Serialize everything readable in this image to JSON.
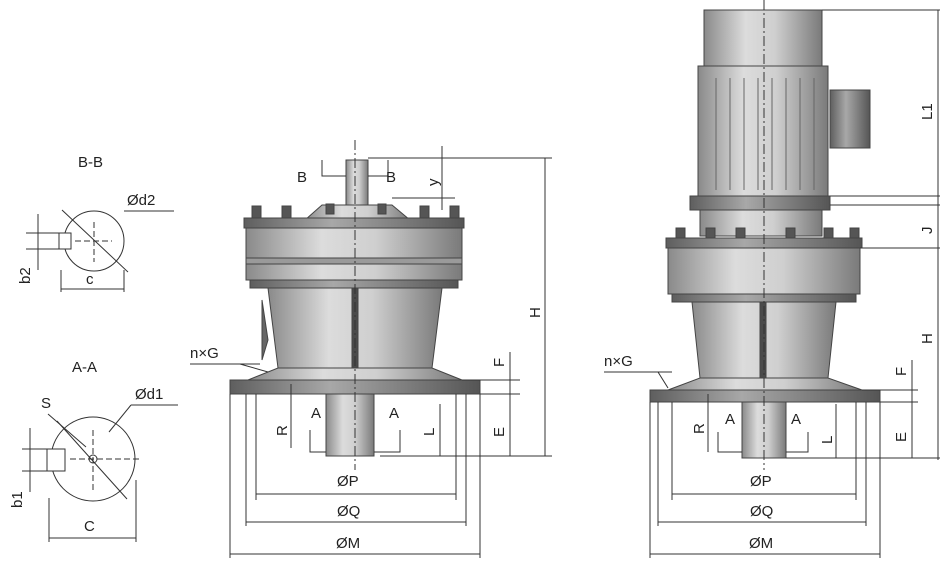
{
  "section_bb": {
    "title": "B-B",
    "diameter": "Ød2",
    "height": "b2",
    "width": "c"
  },
  "section_aa": {
    "title": "A-A",
    "key": "S",
    "diameter": "Ød1",
    "height": "b1",
    "width": "C"
  },
  "left_view": {
    "section_mark_b_left": "B",
    "section_mark_b_right": "B",
    "y": "y",
    "H": "H",
    "nxG": "n×G",
    "F": "F",
    "E": "E",
    "R": "R",
    "section_mark_a_left": "A",
    "section_mark_a_right": "A",
    "L": "L",
    "P": "ØP",
    "Q": "ØQ",
    "M": "ØM"
  },
  "right_view": {
    "L1": "L1",
    "J": "J",
    "H": "H",
    "nxG": "n×G",
    "F": "F",
    "E": "E",
    "R": "R",
    "section_mark_a_left": "A",
    "section_mark_a_right": "A",
    "L": "L",
    "P": "ØP",
    "Q": "ØQ",
    "M": "ØM"
  },
  "colors": {
    "line": "#333333",
    "body_light": "#cfcfcf",
    "body_mid": "#a9a9a9",
    "body_dark": "#6e6e6e"
  }
}
